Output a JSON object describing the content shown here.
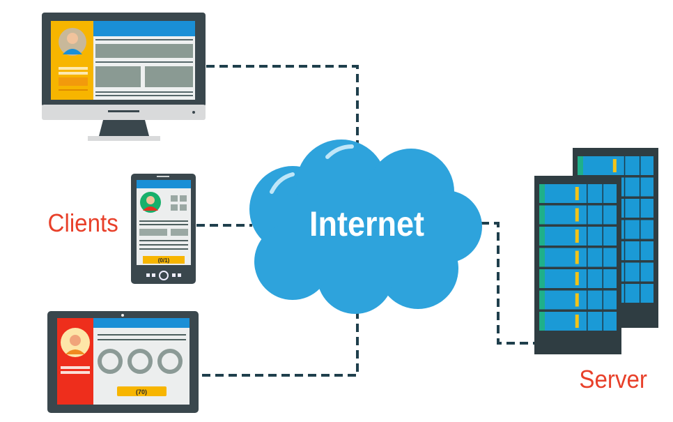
{
  "labels": {
    "clients": "Clients",
    "server": "Server",
    "internet": "Internet"
  },
  "devices": {
    "phone_button": "(0/1)",
    "tablet_button": "(70)"
  },
  "colors": {
    "cloud": "#2ea3dc",
    "connector": "#1f3f4c",
    "label_red": "#e8402a",
    "device_frame": "#3a474d",
    "screen_header": "#1a8fd6",
    "monitor_panel": "#f7b500",
    "tablet_panel": "#ee2e1c",
    "server_unit": "#1b9ad6"
  }
}
